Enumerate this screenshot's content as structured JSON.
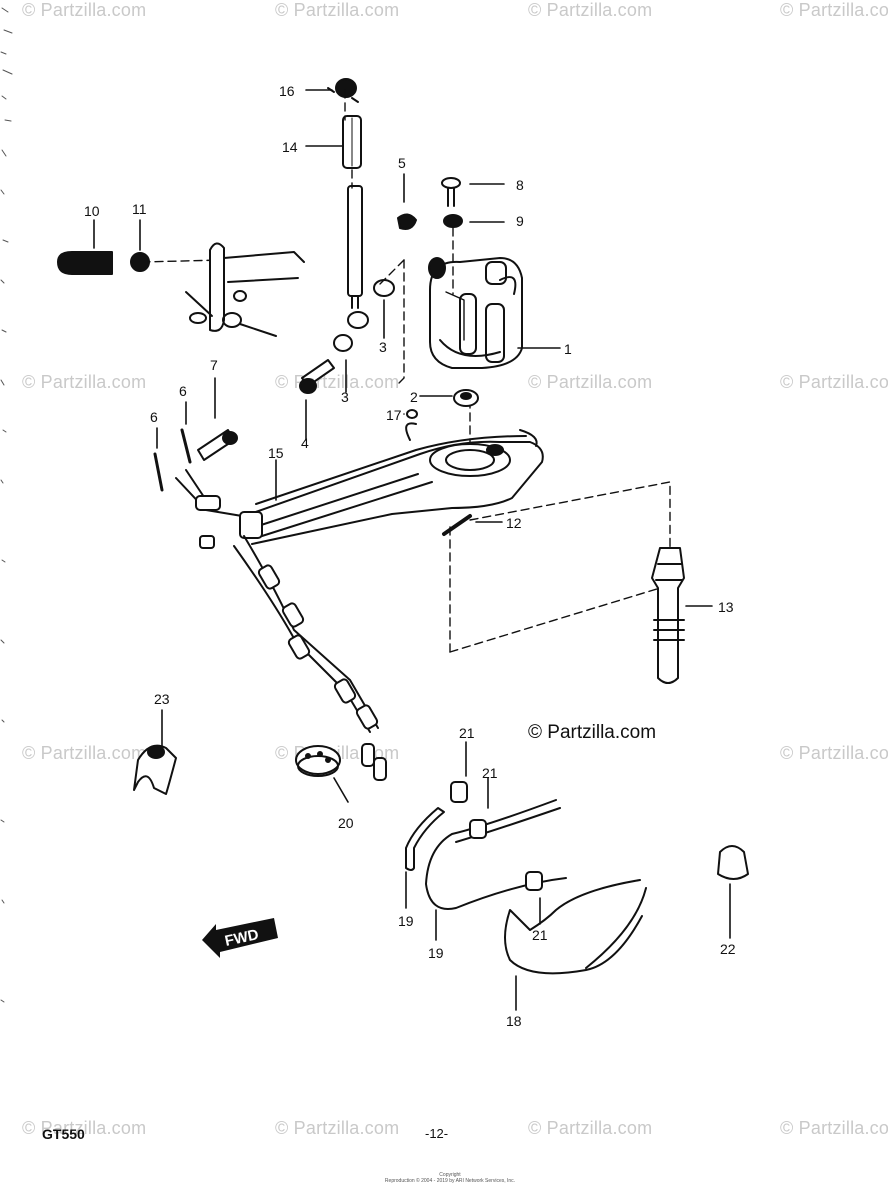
{
  "watermark": "© Partzilla.com",
  "watermark_center": "© Partzilla.com",
  "model_code": "GT550",
  "page_number": "-12-",
  "direction_badge": "FWD",
  "credit": {
    "line1": "Copyright",
    "line2": "Reproduction © 2004 - 2019 by ARI Network Services, Inc."
  },
  "callouts": {
    "c1": "1",
    "c2": "2",
    "c3a": "3",
    "c3b": "3",
    "c4": "4",
    "c5": "5",
    "c6a": "6",
    "c6b": "6",
    "c7": "7",
    "c8": "8",
    "c9": "9",
    "c10": "10",
    "c11": "11",
    "c12": "12",
    "c13": "13",
    "c14": "14",
    "c15": "15",
    "c16": "16",
    "c17": "17",
    "c18": "18",
    "c19a": "19",
    "c19b": "19",
    "c20": "20",
    "c21a": "21",
    "c21b": "21",
    "c21c": "21",
    "c22": "22",
    "c23": "23"
  }
}
